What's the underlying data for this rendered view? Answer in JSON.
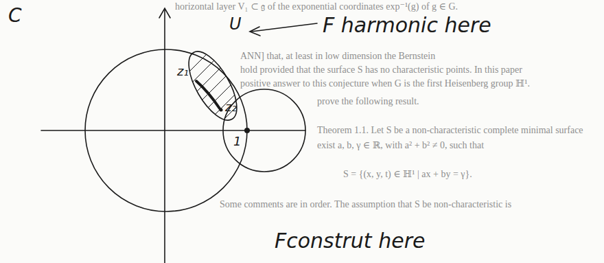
{
  "diagram": {
    "labels": [
      "horizontal layer V₁ ⊂ 𝔤 of the exponential coordinates exp⁻¹(g) of g ∈ G.",
      "ANN] that, at least in low dimension the Bernstein",
      "hold provided that the surface S has no characteristic points. In this paper",
      "positive answer to this conjecture when G is the first Heisenberg group ℍ¹.",
      "prove the following result.",
      "Theorem 1.1. Let S be a non-characteristic complete minimal surface",
      "exist a, b, γ ∈ ℝ, with a² + b² ≠ 0, such that",
      "S = {(x, y, t) ∈ ℍ¹ | ax + by = γ}.",
      "Some comments are in order. The assumption that S be non-characteristic is",
      "C",
      "F harmonic here",
      "U",
      "z₁",
      "z₂",
      "1",
      "Fconstrut here"
    ]
  }
}
